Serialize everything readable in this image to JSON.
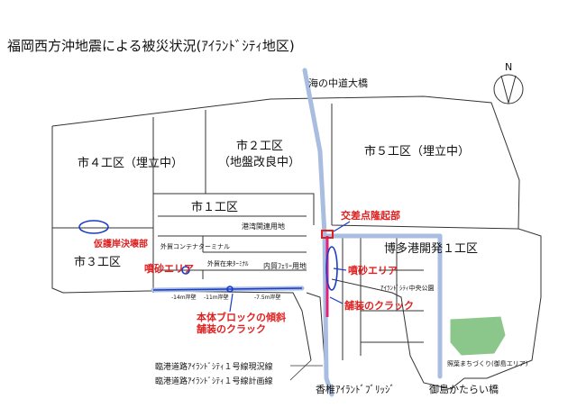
{
  "title": "福岡西方沖地震による被災状況(ｱｲﾗﾝﾄﾞｼﾃｨ地区)",
  "labels": {
    "bridge_top": "海の中道大橋",
    "ward4": "市４工区（埋立中）",
    "ward2_line1": "市２工区",
    "ward2_line2": "（地盤改良中）",
    "ward5": "市５工区（埋立中）",
    "ward1": "市１工区",
    "ward3": "市３工区",
    "port_dev": "博多港開発１工区",
    "central_park": "ｱｲﾗﾝﾄﾞｼﾃｨ中央公園",
    "port_road": "港湾関連用地",
    "container_terminal": "外貿コンテナターミナル",
    "foreign_terminal": "外貿在来ﾀｰﾐﾅﾙ",
    "domestic_ferry": "内貿ﾌｪﾘｰ用地",
    "quay_14": "-14m岸壁",
    "quay_11": "-11m岸壁",
    "quay_7_5": "-7.5m岸壁",
    "bridge_bottom": "香椎ｱｲﾗﾝﾄﾞﾌﾞﾘｯｼﾞ",
    "bridge_bottom2": "御島かたらい橋",
    "teruba": "照葉まちづくり(御島エリア)",
    "road_current": "臨港道路ｱｲﾗﾝﾄﾞｼﾃｨ１号線現況線",
    "road_planned": "臨港道路ｱｲﾗﾝﾄﾞｼﾃｨ１号線計画線"
  },
  "damage": {
    "seawall": "仮護岸決壊部",
    "liquefaction_left": "噴砂エリア",
    "block_tilt": "本体ブロックの傾斜",
    "pavement_crack_left": "舗装のクラック",
    "intersection_uplift": "交差点隆起部",
    "liquefaction_right": "噴砂エリア",
    "pavement_crack_right": "舗装のクラック"
  },
  "compass": {
    "north": "N"
  },
  "colors": {
    "road_blue": "#a9bde0",
    "damage_red": "#e02020",
    "marker_blue": "#1a3cc8",
    "park_green": "#8bc78b"
  }
}
